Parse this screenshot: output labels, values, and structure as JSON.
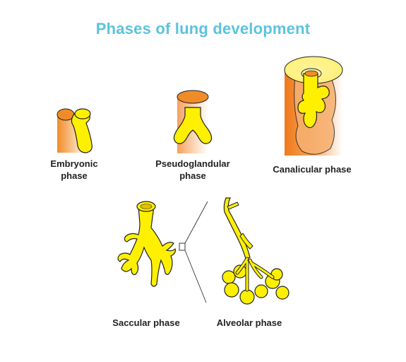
{
  "title": "Phases of lung development",
  "phases": [
    {
      "label_line1": "Embryonic",
      "label_line2": "phase"
    },
    {
      "label_line1": "Pseudoglandular",
      "label_line2": "phase"
    },
    {
      "label_line1": "Canalicular phase",
      "label_line2": ""
    },
    {
      "label_line1": "Saccular phase",
      "label_line2": ""
    },
    {
      "label_line1": "Alveolar phase",
      "label_line2": ""
    }
  ],
  "colors": {
    "title": "#5bc3dd",
    "lung_fill": "#fff000",
    "mesenchyme_orange": "#f08c28",
    "outline": "#222222"
  }
}
